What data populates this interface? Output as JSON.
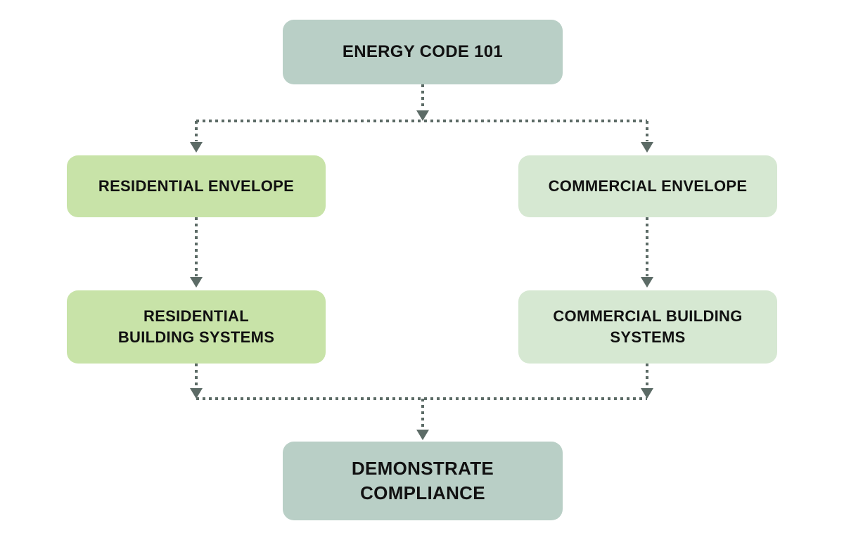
{
  "background": "#ffffff",
  "connector_color": "#5c6b66",
  "nodes": {
    "root": {
      "label": "ENERGY CODE 101",
      "color": "#b9cfc6"
    },
    "residential_envelope": {
      "label": "RESIDENTIAL ENVELOPE",
      "color": "#c8e3a8"
    },
    "commercial_envelope": {
      "label": "COMMERCIAL ENVELOPE",
      "color": "#d6e8d2"
    },
    "residential_systems": {
      "label": "RESIDENTIAL\nBUILDING SYSTEMS",
      "color": "#c8e3a8"
    },
    "commercial_systems": {
      "label": "COMMERCIAL BUILDING\nSYSTEMS",
      "color": "#d6e8d2"
    },
    "compliance": {
      "label": "DEMONSTRATE\nCOMPLIANCE",
      "color": "#b9cfc6"
    }
  },
  "edges": [
    {
      "from": "root",
      "to": "residential_envelope"
    },
    {
      "from": "root",
      "to": "commercial_envelope"
    },
    {
      "from": "residential_envelope",
      "to": "residential_systems"
    },
    {
      "from": "commercial_envelope",
      "to": "commercial_systems"
    },
    {
      "from": "residential_systems",
      "to": "compliance"
    },
    {
      "from": "commercial_systems",
      "to": "compliance"
    }
  ]
}
